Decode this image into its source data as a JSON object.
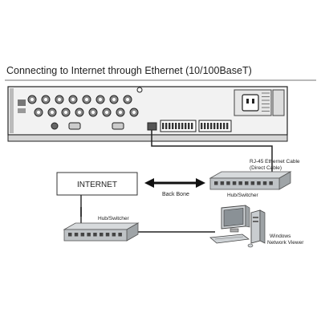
{
  "heading": "Connecting to Internet through Ethernet (10/100BaseT)",
  "nodes": {
    "internet": "INTERNET",
    "hub_right": "Hub/Switcher",
    "hub_left": "Hub/Switcher",
    "viewer_line1": "Windows",
    "viewer_line2": "Network Viewer"
  },
  "links": {
    "cable_line1": "RJ-45 Ethernet Cable",
    "cable_line2": "(Direct Cable)",
    "backbone": "Back Bone"
  },
  "colors": {
    "line": "#222222",
    "device_body": "#d9d9d9",
    "device_edge": "#555555",
    "port": "#333333",
    "hub_body": "#bfc3c6"
  }
}
